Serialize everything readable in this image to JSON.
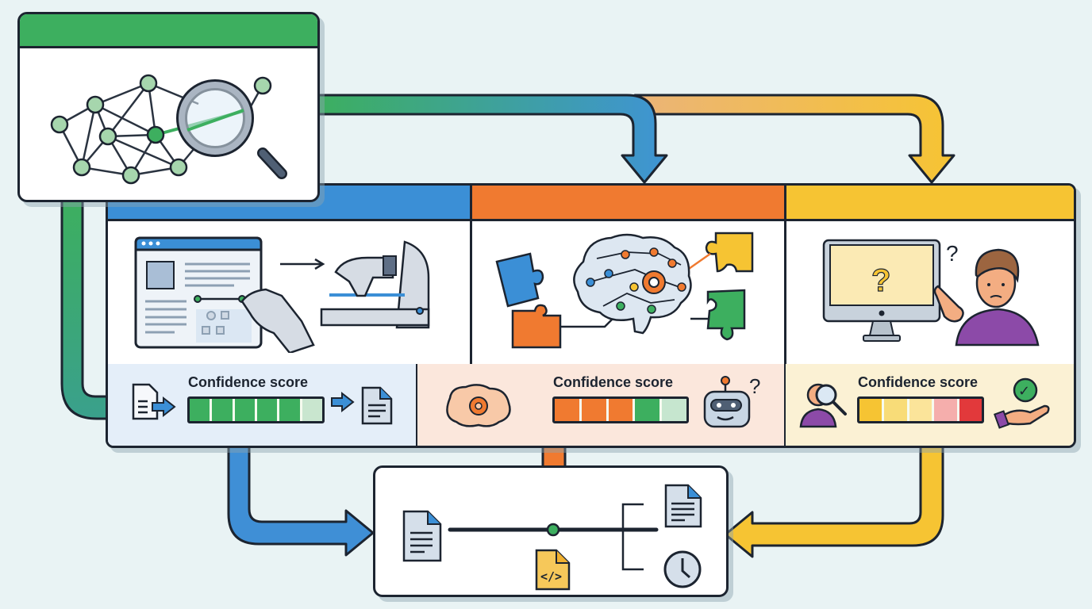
{
  "diagram": {
    "title": "Agent evaluation pipeline",
    "source_panel": {
      "name": "knowledge-graph-search",
      "accent": "#3daf5f"
    },
    "stages": [
      {
        "name": "web-automation",
        "accent": "#3b8fd6",
        "footer_bg": "#e4eef9",
        "confidence_label": "Confidence score",
        "segments": [
          "#3daf5f",
          "#3daf5f",
          "#3daf5f",
          "#3daf5f",
          "#3daf5f",
          "#c9e6cf"
        ],
        "confidence_level": "5 of 6 segments high"
      },
      {
        "name": "reasoning-puzzle",
        "accent": "#f07a30",
        "footer_bg": "#fbe7dc",
        "confidence_label": "Confidence score",
        "segments": [
          "#f07a30",
          "#f07a30",
          "#f07a30",
          "#3daf5f",
          "#c6e6cf"
        ],
        "confidence_level": "mixed"
      },
      {
        "name": "human-review",
        "accent": "#f6c433",
        "footer_bg": "#fbf1d4",
        "confidence_label": "Confidence score",
        "segments": [
          "#f6c433",
          "#f8dc78",
          "#fbe49a",
          "#f5aeac",
          "#e2393b"
        ],
        "confidence_level": "low"
      }
    ],
    "output_panel": {
      "name": "output-record"
    },
    "icons": {
      "question_mark": "?",
      "code_tag": "</>",
      "checkmark": "✓"
    }
  }
}
